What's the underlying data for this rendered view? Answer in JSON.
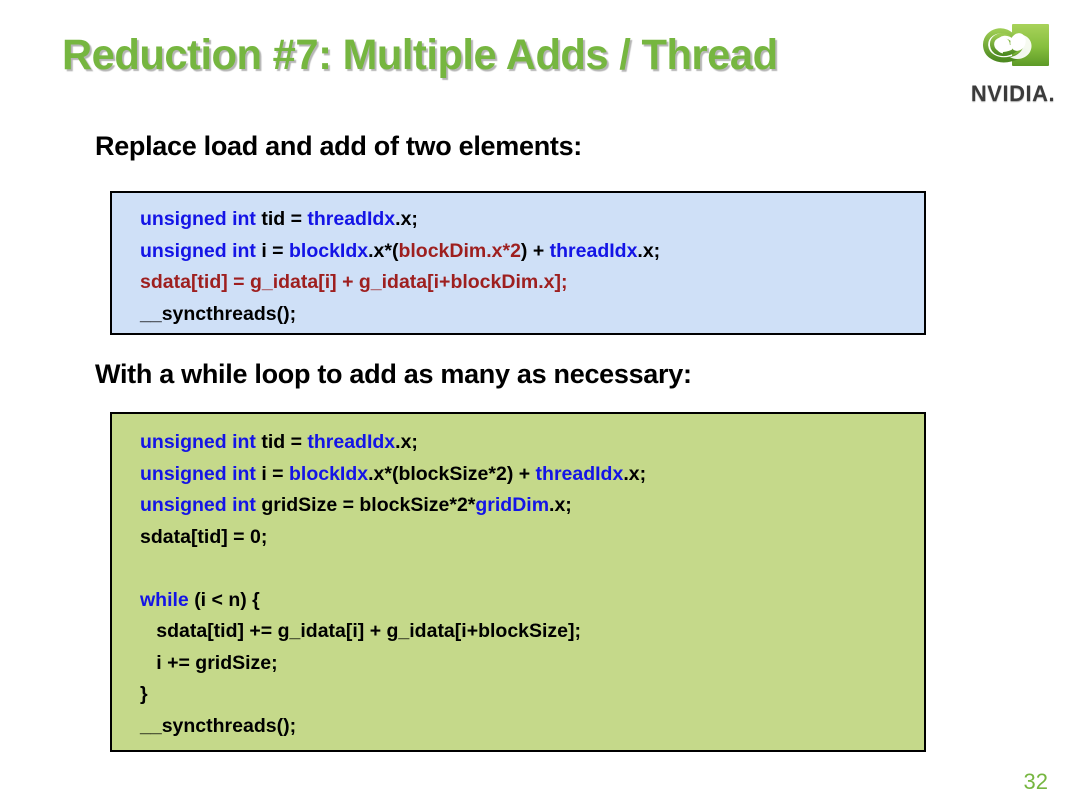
{
  "slide": {
    "title": "Reduction #7: Multiple Adds / Thread",
    "page_number": "32",
    "title_color": "#76b640",
    "page_number_color": "#76b640"
  },
  "logo": {
    "name": "nvidia-logo",
    "wordmark": "NVIDIA.",
    "eye_icon": "nvidia-eye-icon",
    "green": "#76b640"
  },
  "sections": [
    {
      "heading": "Replace load and add of two elements:",
      "box": {
        "background": "#cfe0f7",
        "border": "#000000",
        "lines": [
          [
            {
              "t": "unsigned int ",
              "c": "kw"
            },
            {
              "t": "tid = ",
              "c": "blk"
            },
            {
              "t": "threadIdx",
              "c": "kw"
            },
            {
              "t": ".x;",
              "c": "blk"
            }
          ],
          [
            {
              "t": "unsigned int ",
              "c": "kw"
            },
            {
              "t": "i = ",
              "c": "blk"
            },
            {
              "t": "blockIdx",
              "c": "kw"
            },
            {
              "t": ".x*(",
              "c": "blk"
            },
            {
              "t": "blockDim.x*2",
              "c": "red"
            },
            {
              "t": ") + ",
              "c": "blk"
            },
            {
              "t": "threadIdx",
              "c": "kw"
            },
            {
              "t": ".x;",
              "c": "blk"
            }
          ],
          [
            {
              "t": "sdata[tid] = g_idata[i] + g_idata[i+blockDim.x];",
              "c": "red"
            }
          ],
          [
            {
              "t": "__syncthreads();",
              "c": "blk"
            }
          ]
        ]
      }
    },
    {
      "heading": "With a while loop to add as many as necessary:",
      "box": {
        "background": "#c5d98a",
        "border": "#000000",
        "lines": [
          [
            {
              "t": "unsigned int ",
              "c": "kw"
            },
            {
              "t": "tid = ",
              "c": "blk"
            },
            {
              "t": "threadIdx",
              "c": "kw"
            },
            {
              "t": ".x;",
              "c": "blk"
            }
          ],
          [
            {
              "t": "unsigned int ",
              "c": "kw"
            },
            {
              "t": "i = ",
              "c": "blk"
            },
            {
              "t": "blockIdx",
              "c": "kw"
            },
            {
              "t": ".x*(blockSize*2) + ",
              "c": "blk"
            },
            {
              "t": "threadIdx",
              "c": "kw"
            },
            {
              "t": ".x;",
              "c": "blk"
            }
          ],
          [
            {
              "t": "unsigned int ",
              "c": "kw"
            },
            {
              "t": "gridSize = blockSize*2*",
              "c": "blk"
            },
            {
              "t": "gridDim",
              "c": "kw"
            },
            {
              "t": ".x;",
              "c": "blk"
            }
          ],
          [
            {
              "t": "sdata[tid] = 0;",
              "c": "blk"
            }
          ],
          [],
          [
            {
              "t": "while ",
              "c": "kw"
            },
            {
              "t": "(i < n) {",
              "c": "blk"
            }
          ],
          [
            {
              "t": "   sdata[tid] += g_idata[i] + g_idata[i+blockSize];",
              "c": "blk"
            }
          ],
          [
            {
              "t": "   i += gridSize;",
              "c": "blk"
            }
          ],
          [
            {
              "t": "}",
              "c": "blk"
            }
          ],
          [
            {
              "t": "__syncthreads();",
              "c": "blk"
            }
          ]
        ]
      }
    }
  ]
}
